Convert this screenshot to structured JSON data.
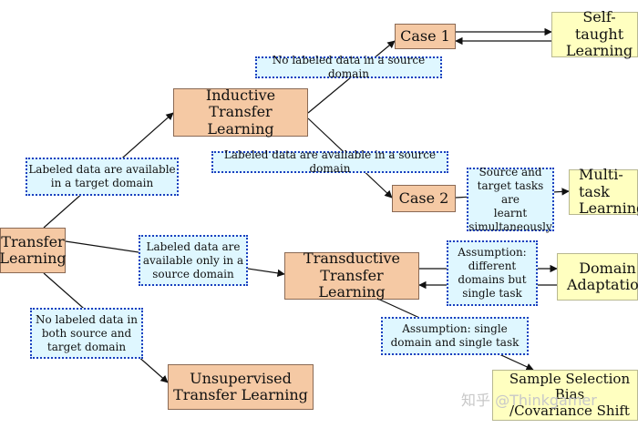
{
  "nodes": {
    "transfer": "Transfer\nLearning",
    "inductive": "Inductive Transfer\nLearning",
    "case1": "Case 1",
    "case2": "Case 2",
    "self_taught": "Self-taught\nLearning",
    "multitask": "Multi-task\nLearning",
    "transductive": "Transductive\nTransfer Learning",
    "domain_adaptation": "Domain\nAdaptation",
    "sample_selection": "Sample Selection Bias\n/Covariance Shift",
    "unsupervised": "Unsupervised\nTransfer Learning"
  },
  "conditions": {
    "labeled_target": "Labeled data are available\nin a target domain",
    "no_labeled_source": "No labeled data in a source domain",
    "labeled_source": "Labeled data are available in a source domain",
    "source_target_tasks": "Source and\ntarget tasks are\nlearnt\nsimultaneously",
    "labeled_only_source": "Labeled data are\navailable only in a\nsource domain",
    "assumption_different": "Assumption:\ndifferent\ndomains but\nsingle task",
    "assumption_single": "Assumption: single\ndomain and single task",
    "no_labeled_both": "No labeled data in\nboth source and\ntarget domain"
  },
  "watermark": "知乎 @Thinkgamer",
  "colors": {
    "method_fill": "#f5c9a4",
    "outcome_fill": "#ffffc0",
    "condition_fill": "#dff7ff",
    "condition_border": "#1a3fbf",
    "arrow": "#111111"
  }
}
